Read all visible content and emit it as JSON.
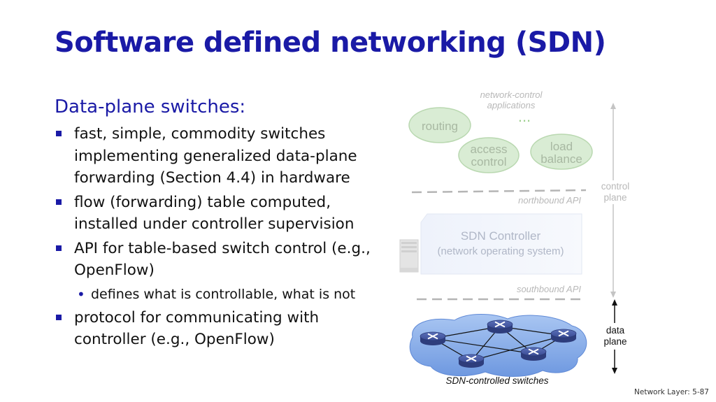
{
  "slide": {
    "title": "Software defined networking (SDN)",
    "heading": "Data-plane switches:",
    "bullets": [
      "fast, simple, commodity switches implementing generalized data-plane forwarding (Section 4.4) in hardware",
      "flow (forwarding) table computed, installed under controller supervision",
      "API for table-based switch control (e.g., OpenFlow)",
      "protocol for communicating with controller (e.g., OpenFlow)"
    ],
    "sub_bullet": "defines what is controllable, what is not",
    "footer": "Network Layer: 5-87"
  },
  "diagram": {
    "apps_label_line1": "network-control",
    "apps_label_line2": "applications",
    "ellipsis": "...",
    "app_routing": "routing",
    "app_access_1": "access",
    "app_access_2": "control",
    "app_load_1": "load",
    "app_load_2": "balance",
    "northbound": "northbound API",
    "controller_title": "SDN Controller",
    "controller_sub": "(network operating system)",
    "southbound": "southbound API",
    "control_plane_1": "control",
    "control_plane_2": "plane",
    "data_plane_1": "data",
    "data_plane_2": "plane",
    "switches_caption": "SDN-controlled switches"
  },
  "colors": {
    "title_blue": "#1a1aa6",
    "app_fill": "#d9ecd4",
    "app_stroke": "#b9d8b0",
    "faded_text": "#b8b8b8",
    "router_blue": "#3b4f9a",
    "cloud_blue": "#7fa6e8"
  }
}
